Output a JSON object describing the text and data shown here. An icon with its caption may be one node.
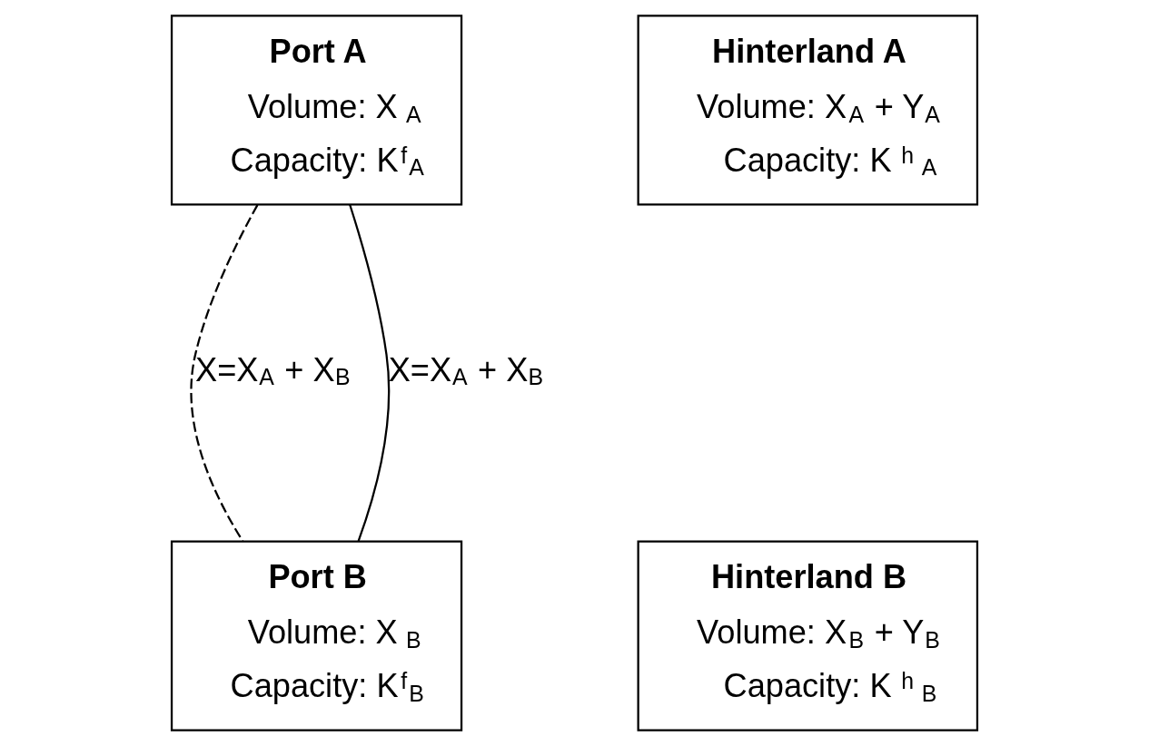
{
  "diagram": {
    "nodes": [
      {
        "text": [
          "Port A",
          "Volume: X$_{A}$",
          "Capacity: K$^{f}$$_{A}$"
        ]
      },
      {
        "text": [
          "Hinterland A",
          "Volume: X$_{A}$ + Y$_{A}$",
          "Capacity: K$^{h}$$_{A}$"
        ]
      },
      {
        "text": [
          "Hinterland B",
          "Volume: X$_{B}$ + Y$_{B}$",
          "Capacity: K$^{h}$$_{B}$"
        ]
      },
      {
        "text": [
          "Port B",
          "Volume: X$_{B}$",
          "Capacity: K$^{f}$$_{B}$"
        ]
      }
    ],
    "edges": [
      {
        "from": 0,
        "to": 3,
        "arrow": "none",
        "style": "dashed",
        "label": "X=X$_{A}$ + X$_{B}$"
      },
      {
        "from": 0,
        "to": 3,
        "arrow": "none",
        "label": "X=X$_{A}$ + X$_{B}$"
      }
    ]
  }
}
